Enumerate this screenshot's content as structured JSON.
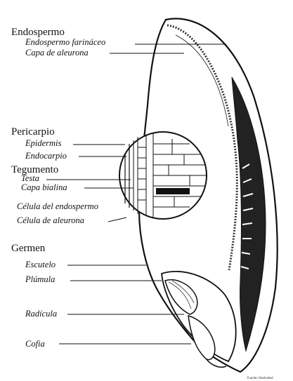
{
  "groups": [
    {
      "title": "Endospermo",
      "items": [
        "Endospermo farináceo",
        "Capa de aleurona"
      ]
    },
    {
      "title": "Pericarpio",
      "items": [
        "Epidermis",
        "Endocarpio"
      ]
    },
    {
      "title": "Tegumento",
      "items": [
        "Testa",
        "Capa bialina",
        "Célula del endospermo",
        "Célula de aleurona"
      ]
    },
    {
      "title": "Germen",
      "items": [
        "Escutelo",
        "Plúmula",
        "Radícula",
        "Cofia"
      ]
    }
  ],
  "credit": "Fuente: Illustrated"
}
